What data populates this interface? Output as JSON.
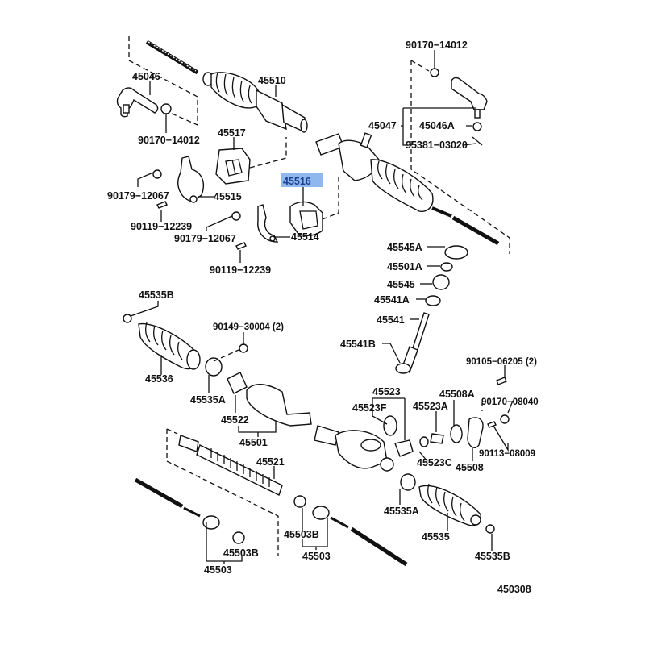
{
  "diagram": {
    "title": "Steering Rack & Pinion Assembly Parts Diagram",
    "figure_number": "450308",
    "highlight_color": "#8fb8ee",
    "highlighted_part": "45516",
    "labels": {
      "p45046": "45046",
      "p45510": "45510",
      "p90170_14012_left": "90170−14012",
      "p90170_14012_right": "90170−14012",
      "p45517": "45517",
      "p45047": "45047",
      "p45046A": "45046A",
      "p95381_03020": "95381−03020",
      "p45516": "45516",
      "p90179_12067_a": "90179−12067",
      "p45515": "45515",
      "p90119_12239_a": "90119−12239",
      "p90179_12067_b": "90179−12067",
      "p45514": "45514",
      "p90119_12239_b": "90119−12239",
      "p45545A": "45545A",
      "p45501A": "45501A",
      "p45545": "45545",
      "p45541A": "45541A",
      "p45541": "45541",
      "p45541B": "45541B",
      "p45535B_left": "45535B",
      "p90149_30004": "90149−30004 (2)",
      "p45536": "45536",
      "p45535A_left": "45535A",
      "p45522": "45522",
      "p45501": "45501",
      "p45523": "45523",
      "p45523F": "45523F",
      "p45523A": "45523A",
      "p45508A": "45508A",
      "p90105_06205": "90105−06205 (2)",
      "p90170_08040": "90170−08040",
      "p90113_08009": "90113−08009",
      "p45523C": "45523C",
      "p45508": "45508",
      "p45521": "45521",
      "p45503B_left": "45503B",
      "p45503_left": "45503",
      "p45503B_mid": "45503B",
      "p45503_mid": "45503",
      "p45535A_right": "45535A",
      "p45535": "45535",
      "p45535B_right": "45535B"
    }
  }
}
